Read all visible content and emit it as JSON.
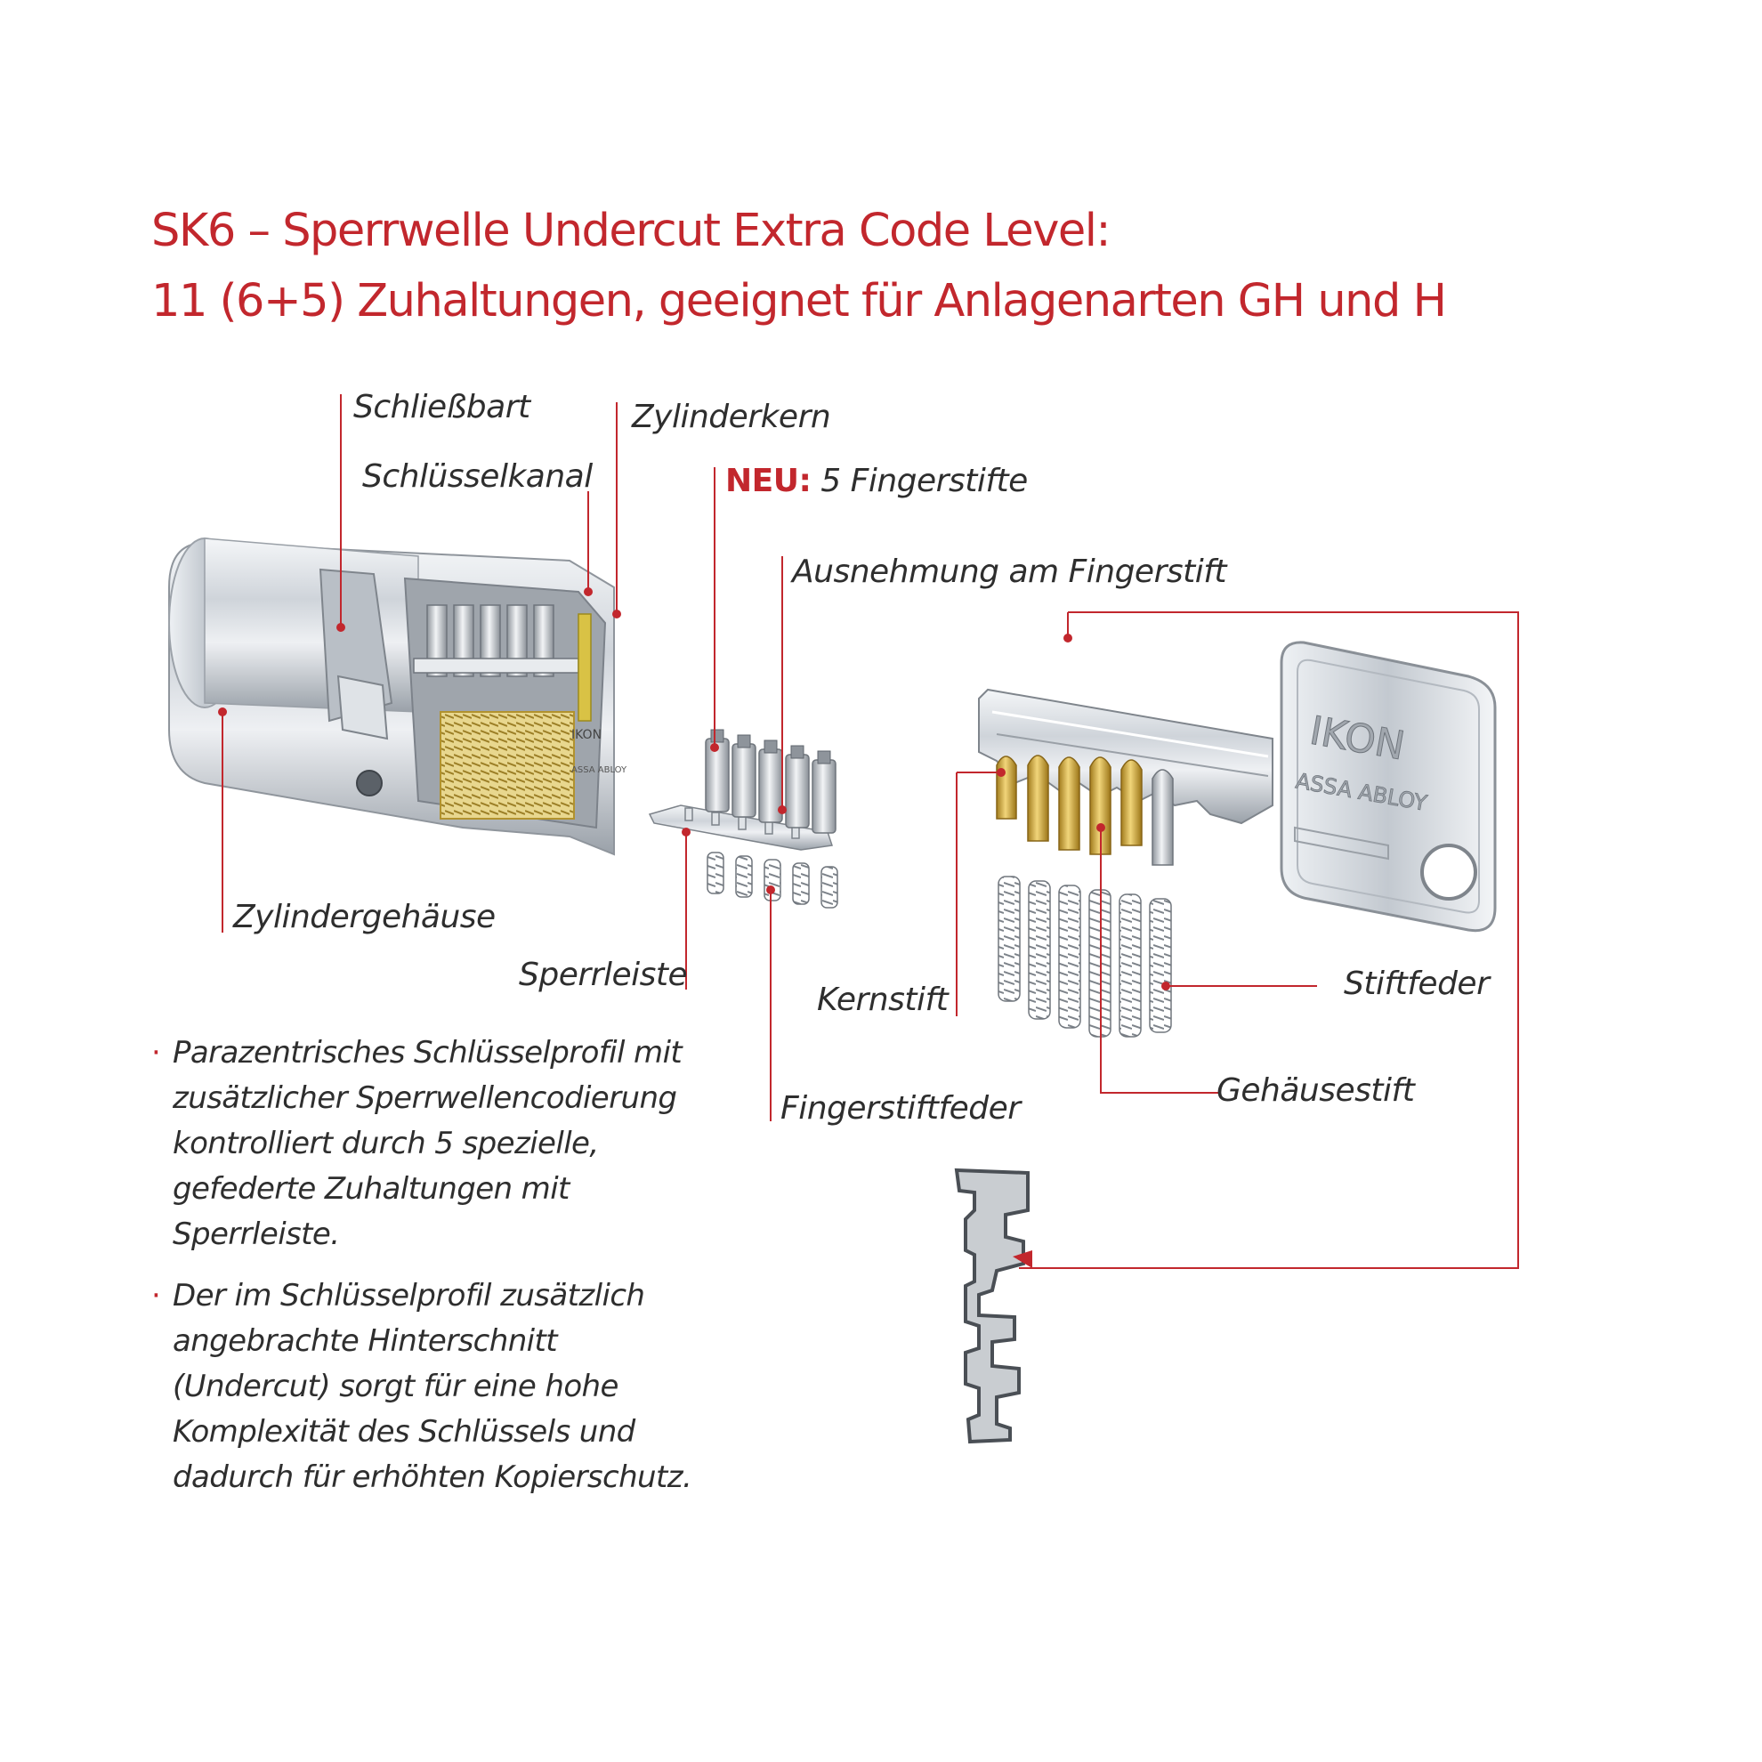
{
  "title": {
    "line1": "SK6 – Sperrwelle Undercut Extra Code Level:",
    "line2": "11 (6+5) Zuhaltungen, geeignet für Anlagenarten GH und H"
  },
  "labels": {
    "schliessbart": "Schließbart",
    "schluesselkanal": "Schlüsselkanal",
    "zylinderkern": "Zylinderkern",
    "neu_prefix": "NEU:",
    "neu_text": " 5 Fingerstifte",
    "ausnehmung": "Ausnehmung am Fingerstift",
    "zylindergehaeuse": "Zylindergehäuse",
    "sperrleiste": "Sperrleiste",
    "kernstift": "Kernstift",
    "stiftfeder": "Stiftfeder",
    "gehaeusestift": "Gehäusestift",
    "fingerstiftfeder": "Fingerstiftfeder"
  },
  "logo": {
    "brand": "IKON",
    "group": "ASSA ABLOY"
  },
  "bullets": [
    "Parazentrisches Schlüsselprofil mit zusätzlicher Sperrwellencodierung kontrolliert durch 5 spezielle, gefederte Zuhaltungen mit Sperrleiste.",
    "Der im Schlüsselprofil zusätzlich angebrachte Hinterschnitt (Undercut) sorgt für eine hohe Komplexität des Schlüssels und dadurch für erhöhten Kopierschutz."
  ],
  "bullet_marker": "·",
  "colors": {
    "accent": "#c2272d",
    "text": "#2e2e2e",
    "steel": "#c9ced4",
    "brass": "#d9b24a"
  }
}
